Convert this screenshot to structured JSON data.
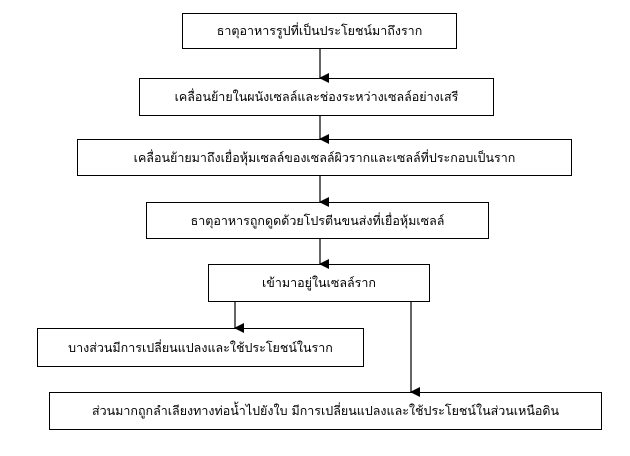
{
  "flowchart": {
    "steps": [
      "ธาตุอาหารรูปที่เป็นประโยชน์มาถึงราก",
      "เคลื่อนย้ายในผนังเซลล์และช่องระหว่างเซลล์อย่างเสรี",
      "เคลื่อนย้ายมาถึงเยื่อหุ้มเซลล์ของเซลล์ผิวรากและเซลล์ที่ประกอบเป็นราก",
      "ธาตุอาหารถูกดูดด้วยโปรตีนขนส่งที่เยื่อหุ้มเซลล์",
      "เข้ามาอยู่ในเซลล์ราก"
    ],
    "branches": {
      "left": "บางส่วนมีการเปลี่ยนแปลงและใช้ประโยชน์ในราก",
      "right": "ส่วนมากถูกลำเลียงทางท่อน้ำไปยังใบ มีการเปลี่ยนแปลงและใช้ประโยชน์ในส่วนเหนือดิน"
    },
    "colors": {
      "line": "#000000",
      "background": "#ffffff"
    }
  }
}
